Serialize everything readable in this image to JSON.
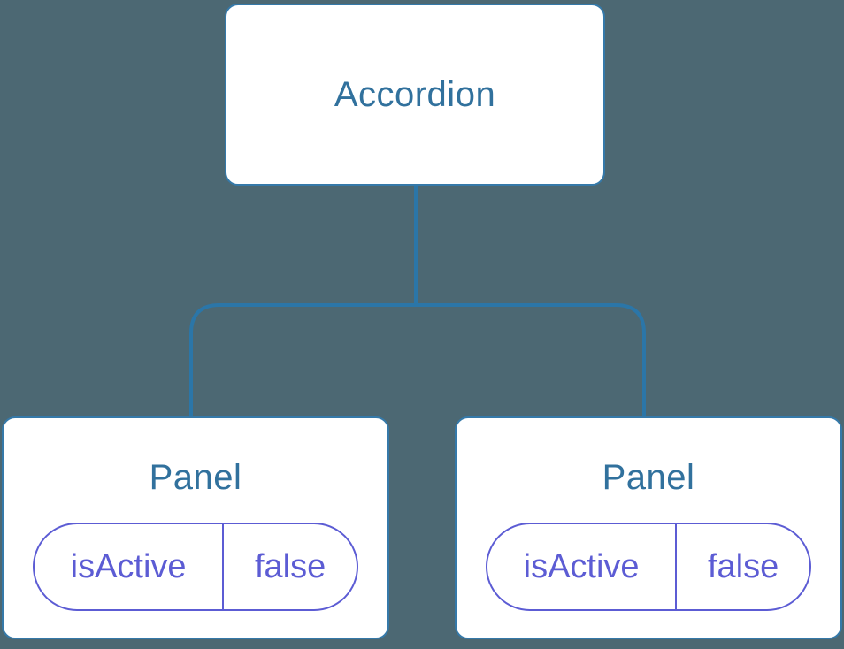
{
  "colors": {
    "background": "#4C6873",
    "node_border": "#3579A9",
    "connector": "#2B76A8",
    "node_fill": "#FFFFFF",
    "title_text": "#31719D",
    "state_accent": "#5C5CD4"
  },
  "tree": {
    "root": {
      "label": "Accordion"
    },
    "children": [
      {
        "label": "Panel",
        "state": {
          "key": "isActive",
          "value": "false"
        }
      },
      {
        "label": "Panel",
        "state": {
          "key": "isActive",
          "value": "false"
        }
      }
    ]
  }
}
